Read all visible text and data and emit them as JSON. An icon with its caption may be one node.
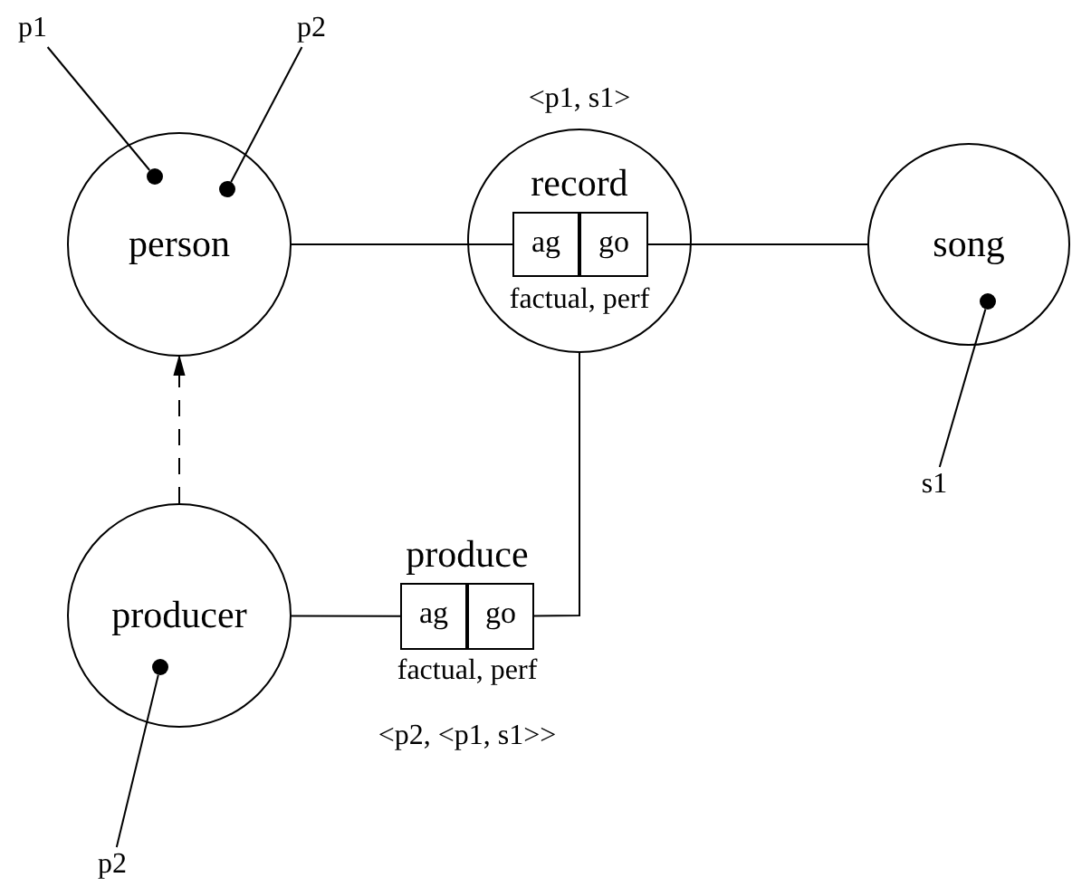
{
  "diagram": {
    "nodes": [
      {
        "text": [
          "p1"
        ]
      },
      {
        "text": [
          "p2"
        ]
      },
      {
        "text": [
          "person"
        ]
      },
      {
        "text": [],
        "shape": "circle",
        "in": 2
      },
      {
        "text": [],
        "shape": "circle",
        "in": 2
      },
      {
        "text": [
          "record",
          "factual, perf"
        ],
        "beside": [
          "<p1, s1>"
        ]
      },
      {
        "text": [
          "ag"
        ],
        "in": 5
      },
      {
        "text": [
          "go"
        ],
        "in": 5
      },
      {
        "text": [
          "song"
        ]
      },
      {
        "text": [],
        "shape": "circle",
        "in": 8
      },
      {
        "text": [
          "s1"
        ]
      },
      {
        "text": [
          "producer"
        ]
      },
      {
        "text": [],
        "shape": "circle",
        "in": 11
      },
      {
        "text": [
          "produce",
          "factual, perf"
        ],
        "beside": [
          "<p2, <p1, s1>>"
        ]
      },
      {
        "text": [
          "ag"
        ],
        "in": 13
      },
      {
        "text": [
          "go"
        ],
        "in": 13
      },
      {
        "text": [
          "p2"
        ]
      }
    ],
    "edges": [
      {
        "from": 0,
        "to": 3,
        "arrow": "none"
      },
      {
        "from": 1,
        "to": 4,
        "arrow": "none"
      },
      {
        "from": 2,
        "to": 6,
        "arrow": "none"
      },
      {
        "from": 7,
        "to": 8,
        "arrow": "none"
      },
      {
        "from": 10,
        "to": 9,
        "arrow": "none"
      },
      {
        "from": 11,
        "to": 2,
        "arrow": "to",
        "style": "dashed"
      },
      {
        "from": 11,
        "to": 14,
        "arrow": "none"
      },
      {
        "from": 15,
        "to": 5,
        "arrow": "none"
      },
      {
        "from": 16,
        "to": 12,
        "arrow": "none"
      }
    ]
  }
}
